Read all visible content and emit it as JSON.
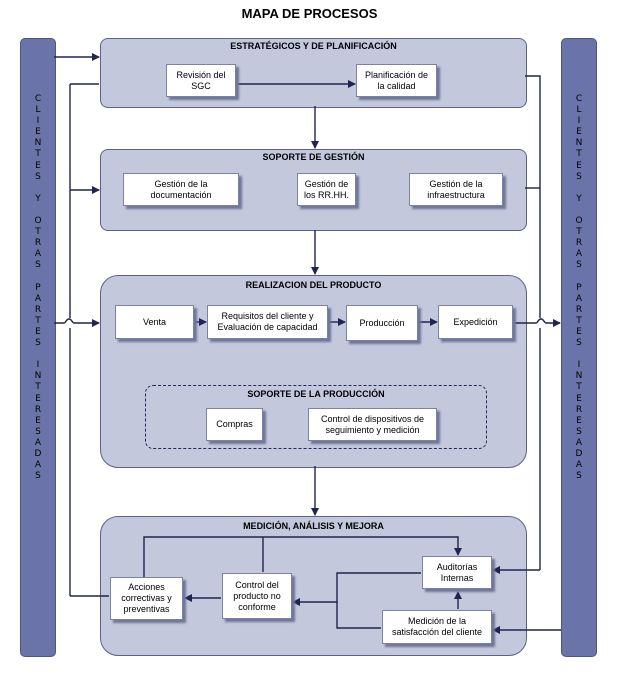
{
  "title": "MAPA DE PROCESOS",
  "sidebar": {
    "left_label": "C\nL\nI\nE\nN\nT\nE\nS\n\nY\n\nO\nT\nR\nA\nS\n\nP\nA\nR\nT\nE\nS\n\nI\nN\nT\nE\nR\nE\nS\nA\nD\nA\nS",
    "right_label": "C\nL\nI\nE\nN\nT\nE\nS\n\nY\n\nO\nT\nR\nA\nS\n\nP\nA\nR\nT\nE\nS\n\nI\nN\nT\nE\nR\nE\nS\nA\nD\nA\nS"
  },
  "panels": {
    "estrategicos": {
      "title": "ESTRATÉGICOS Y DE PLANIFICACIÓN",
      "revision": "Revisión del\nSGC",
      "planificacion": "Planificación de\nla calidad"
    },
    "soporte_gestion": {
      "title": "SOPORTE DE GESTIÓN",
      "documentacion": "Gestión de la\ndocumentación",
      "rrhh": "Gestión de\nlos RR.HH.",
      "infraestructura": "Gestión de la\ninfraestructura"
    },
    "realizacion": {
      "title": "REALIZACION DEL PRODUCTO",
      "venta": "Venta",
      "requisitos": "Requisitos del cliente y\nEvaluación de capacidad",
      "produccion": "Producción",
      "expedicion": "Expedición",
      "soporte_produccion_title": "SOPORTE DE LA PRODUCCIÓN",
      "compras": "Compras",
      "control_dispositivos": "Control de dispositivos de\nseguimiento y medición"
    },
    "medicion": {
      "title": "MEDICIÓN, ANÁLISIS Y MEJORA",
      "acciones": "Acciones\ncorrectivas y\npreventivas",
      "control_producto": "Control del\nproducto no\nconforme",
      "auditorias": "Auditorías\nInternas",
      "satisfaccion": "Medición de la\nsatisfacción del cliente"
    }
  },
  "colors": {
    "sidebar": "#6b74a8",
    "panel": "#c3c8dd",
    "line": "#1f2450"
  }
}
